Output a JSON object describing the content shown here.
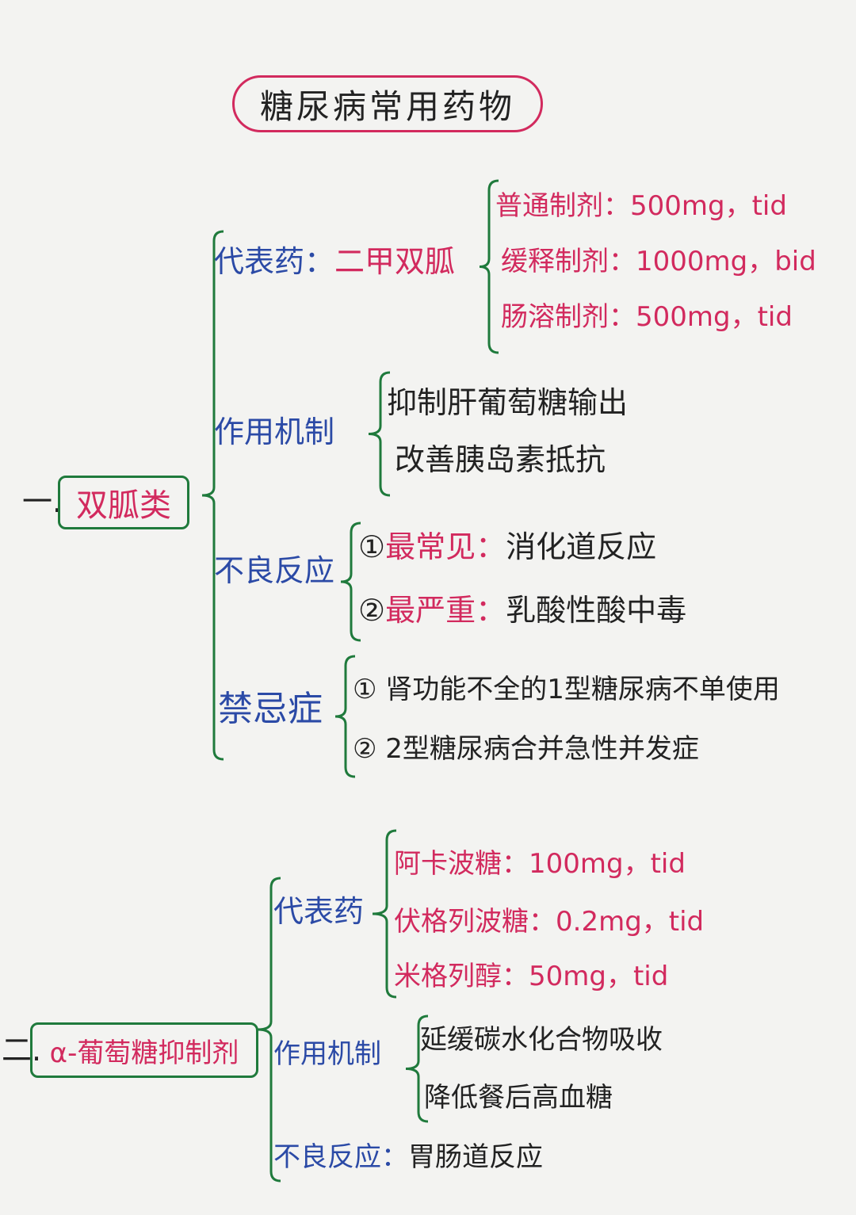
{
  "title": "糖尿病常用药物",
  "colors": {
    "heading": "#2b4aa6",
    "drug": "#d22a5e",
    "brace": "#1f7a3c",
    "text": "#222222"
  },
  "sections": [
    {
      "number": "一.",
      "name": "双胍类",
      "representative": {
        "label": "代表药：",
        "drug": "二甲双胍",
        "items": [
          "普通制剂：500mg，tid",
          "缓释制剂：1000mg，bid",
          "肠溶制剂：500mg，tid"
        ]
      },
      "mechanism": {
        "label": "作用机制",
        "items": [
          "抑制肝葡萄糖输出",
          "改善胰岛素抵抗"
        ]
      },
      "adverse": {
        "label": "不良反应",
        "items": [
          {
            "num": "①",
            "key": "最常见：",
            "value": "消化道反应"
          },
          {
            "num": "②",
            "key": "最严重：",
            "value": "乳酸性酸中毒"
          }
        ]
      },
      "contraindication": {
        "label": "禁忌症",
        "items": [
          "① 肾功能不全的1型糖尿病不单使用",
          "② 2型糖尿病合并急性并发症"
        ]
      }
    },
    {
      "number": "二.",
      "name": "α-葡萄糖抑制剂",
      "representative": {
        "label": "代表药",
        "items": [
          "阿卡波糖：100mg，tid",
          "伏格列波糖：0.2mg，tid",
          "米格列醇：50mg，tid"
        ]
      },
      "mechanism": {
        "label": "作用机制",
        "items": [
          "延缓碳水化合物吸收",
          "降低餐后高血糖"
        ]
      },
      "adverse": {
        "label": "不良反应：",
        "value": "胃肠道反应"
      }
    }
  ]
}
